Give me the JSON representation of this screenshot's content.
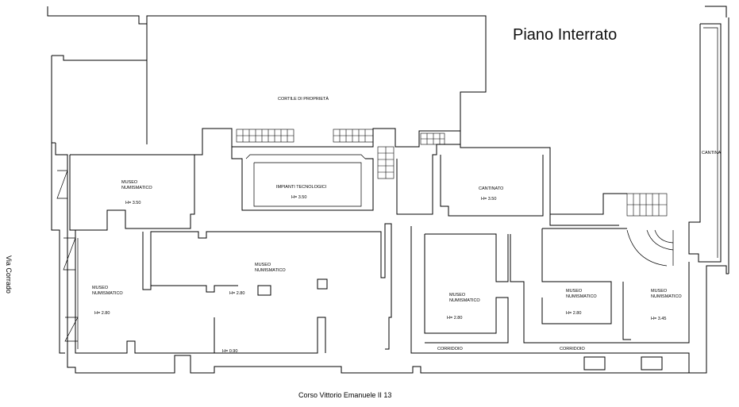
{
  "title": "Piano Interrato",
  "streets": {
    "left": "Via Corrado",
    "bottom": "Corso Vittorio Emanuele II 13"
  },
  "courtyard": "CORTILE DI PROPRIETÀ",
  "rooms": {
    "museo_nw": {
      "name_l1": "MUSEO",
      "name_l2": "NUMISMATICO",
      "height": "H= 3.50"
    },
    "impianti": {
      "name": "IMPIANTI TECNOLOGICI",
      "height": "H= 3.50"
    },
    "cantinato": {
      "name": "CANTINATO",
      "height": "H= 3.50"
    },
    "cantina": {
      "name": "CANTINA"
    },
    "museo_center": {
      "name_l1": "MUSEO",
      "name_l2": "NUMISMATICO",
      "height": "H= 2.80",
      "height2": "H= 0.90"
    },
    "museo_sw": {
      "name_l1": "MUSEO",
      "name_l2": "NUMISMATICO",
      "height": "H= 2.80"
    },
    "museo_s1": {
      "name_l1": "MUSEO",
      "name_l2": "NUMISMATICO",
      "height": "H= 2.80"
    },
    "museo_s2": {
      "name_l1": "MUSEO",
      "name_l2": "NUMISMATICO",
      "height": "H= 2.80"
    },
    "museo_e": {
      "name_l1": "MUSEO",
      "name_l2": "NUMISMATICO",
      "height": "H= 3.45"
    }
  },
  "corridors": {
    "c1": "CORRIDOIO",
    "c2": "CORRIDOIO"
  }
}
